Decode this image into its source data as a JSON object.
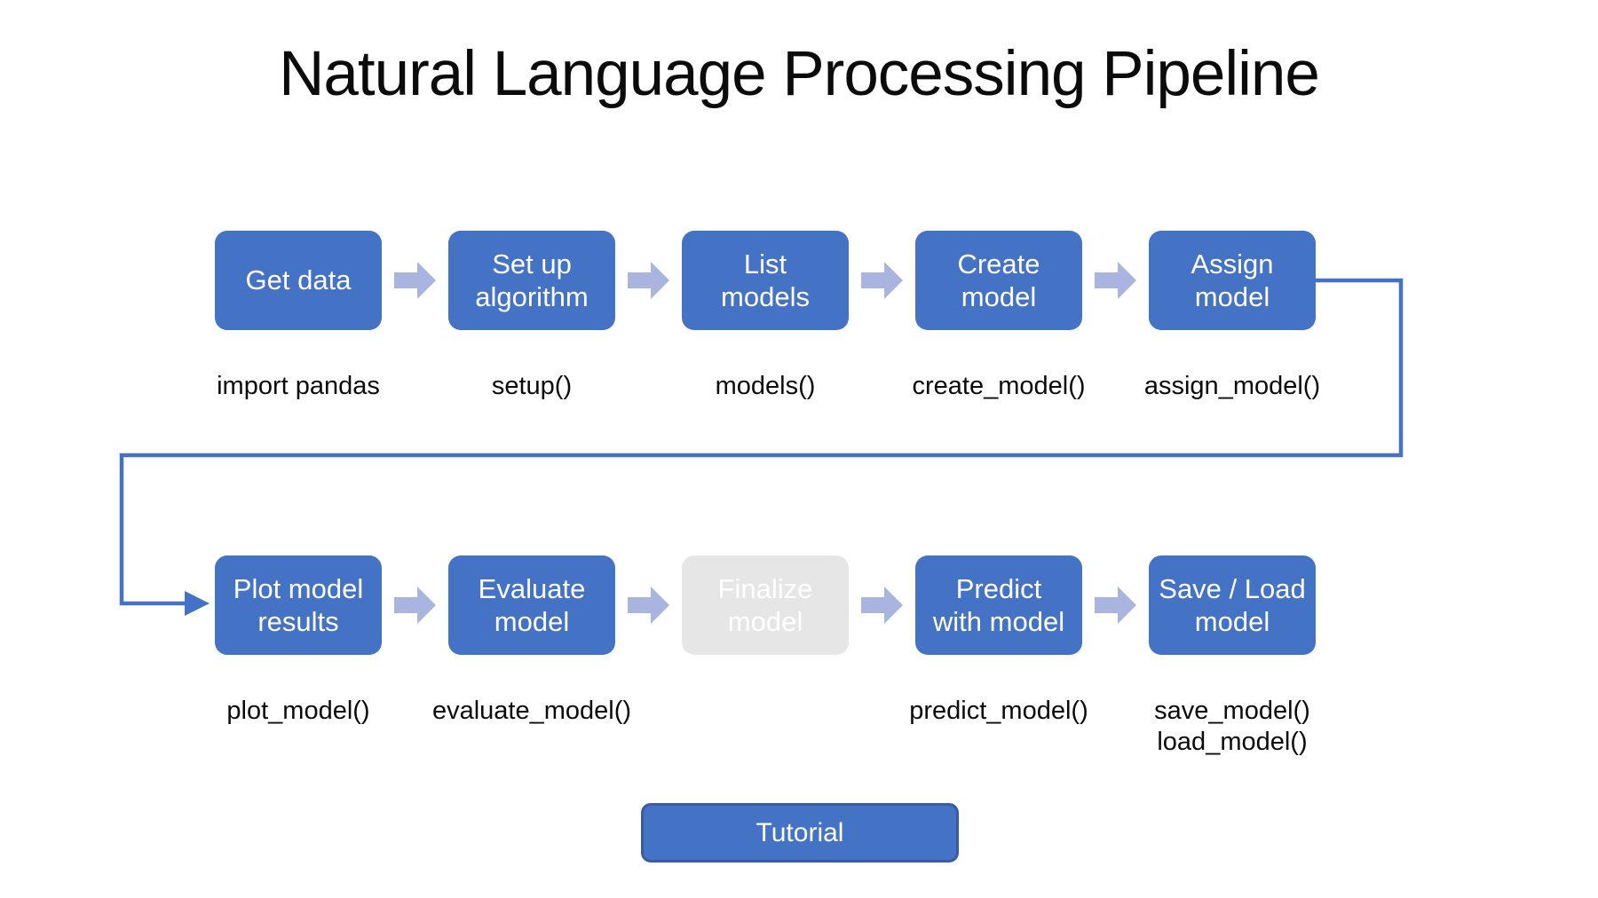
{
  "title": "Natural Language Processing Pipeline",
  "colors": {
    "box_blue": "#4472C4",
    "box_gray": "#E6E6E6",
    "box_text": "#FFFFFF",
    "arrow_light": "#A9B5DF",
    "connector": "#4472C4",
    "button_fill": "#4472C4",
    "button_border": "#3A5C9F",
    "label_text": "#0B0B0B"
  },
  "pipeline": {
    "row1": [
      {
        "name": "get-data",
        "lines": [
          "Get data"
        ],
        "code": "import pandas",
        "state": "active"
      },
      {
        "name": "set-up-algorithm",
        "lines": [
          "Set up",
          "algorithm"
        ],
        "code": "setup()",
        "state": "active"
      },
      {
        "name": "list-models",
        "lines": [
          "List",
          "models"
        ],
        "code": "models()",
        "state": "active"
      },
      {
        "name": "create-model",
        "lines": [
          "Create",
          "model"
        ],
        "code": "create_model()",
        "state": "active"
      },
      {
        "name": "assign-model",
        "lines": [
          "Assign",
          "model"
        ],
        "code": "assign_model()",
        "state": "active"
      }
    ],
    "row2": [
      {
        "name": "plot-model-results",
        "lines": [
          "Plot model",
          "results"
        ],
        "code": "plot_model()",
        "state": "active"
      },
      {
        "name": "evaluate-model",
        "lines": [
          "Evaluate",
          "model"
        ],
        "code": "evaluate_model()",
        "state": "active"
      },
      {
        "name": "finalize-model",
        "lines": [
          "Finalize",
          "model"
        ],
        "code": "",
        "state": "disabled"
      },
      {
        "name": "predict-with-model",
        "lines": [
          "Predict",
          "with model"
        ],
        "code": "predict_model()",
        "state": "active"
      },
      {
        "name": "save-load-model",
        "lines": [
          "Save / Load",
          "model"
        ],
        "code": "save_model()\nload_model()",
        "state": "active"
      }
    ]
  },
  "icons": {
    "flow_arrow": "block-arrow-right-icon",
    "loop_connector": "elbow-connector-arrow-icon"
  },
  "button": {
    "label": "Tutorial"
  }
}
